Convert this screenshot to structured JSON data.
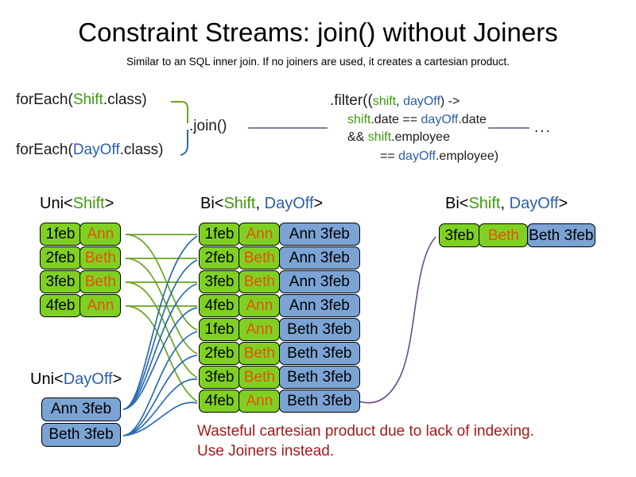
{
  "title": "Constraint Streams: join() without Joiners",
  "subtitle": "Similar to an SQL inner join. If no joiners are used, it creates a cartesian product.",
  "code": {
    "for_each_shift_prefix": "forEach(",
    "for_each_shift_type": "Shift",
    "for_each_shift_suffix": ".class)",
    "for_each_dayoff_prefix": "forEach(",
    "for_each_dayoff_type": "DayOff",
    "for_each_dayoff_suffix": ".class)",
    "join_label": ".join()",
    "filter_line1_prefix": ".filter((",
    "filter_line1_var1": "shift",
    "filter_line1_comma": ", ",
    "filter_line1_var2": "dayOff",
    "filter_line1_suffix": ") ->",
    "filter_line2_var1": "shift",
    "filter_line2_mid": ".date == ",
    "filter_line2_var2": "dayOff",
    "filter_line2_end": ".date",
    "filter_line3_prefix": "&& ",
    "filter_line3_var": "shift",
    "filter_line3_end": ".employee",
    "filter_line4_prefix": "== ",
    "filter_line4_var": "dayOff",
    "filter_line4_end": ".employee)",
    "ellipsis": "..."
  },
  "labels": {
    "uni_shift_prefix": "Uni<",
    "uni_shift_type": "Shift",
    "uni_shift_suffix": ">",
    "bi_mid_prefix": "Bi<",
    "bi_mid_type1": "Shift",
    "bi_mid_comma": ", ",
    "bi_mid_type2": "DayOff",
    "bi_mid_suffix": ">",
    "bi_right_prefix": "Bi<",
    "bi_right_type1": "Shift",
    "bi_right_comma": ", ",
    "bi_right_type2": "DayOff",
    "bi_right_suffix": ">",
    "uni_dayoff_prefix": "Uni<",
    "uni_dayoff_type": "DayOff",
    "uni_dayoff_suffix": ">"
  },
  "uni_shift": [
    {
      "date": "1feb",
      "employee": "Ann"
    },
    {
      "date": "2feb",
      "employee": "Beth"
    },
    {
      "date": "3feb",
      "employee": "Beth"
    },
    {
      "date": "4feb",
      "employee": "Ann"
    }
  ],
  "uni_dayoff": [
    {
      "value": "Ann 3feb"
    },
    {
      "value": "Beth 3feb"
    }
  ],
  "bi_cartesian": [
    {
      "date": "1feb",
      "employee": "Ann",
      "dayoff": "Ann 3feb"
    },
    {
      "date": "2feb",
      "employee": "Beth",
      "dayoff": "Ann 3feb"
    },
    {
      "date": "3feb",
      "employee": "Beth",
      "dayoff": "Ann 3feb"
    },
    {
      "date": "4feb",
      "employee": "Ann",
      "dayoff": "Ann 3feb"
    },
    {
      "date": "1feb",
      "employee": "Ann",
      "dayoff": "Beth 3feb"
    },
    {
      "date": "2feb",
      "employee": "Beth",
      "dayoff": "Beth 3feb"
    },
    {
      "date": "3feb",
      "employee": "Beth",
      "dayoff": "Beth 3feb"
    },
    {
      "date": "4feb",
      "employee": "Ann",
      "dayoff": "Beth 3feb"
    }
  ],
  "bi_result": [
    {
      "date": "3feb",
      "employee": "Beth",
      "dayoff": "Beth 3feb"
    }
  ],
  "warning": {
    "line1": "Wasteful cartesian product due to lack of indexing.",
    "line2": "Use Joiners instead."
  },
  "colors": {
    "shift_green": "#3f9b0b",
    "dayoff_blue": "#2b5fa8",
    "box_green": "#80d023",
    "box_blue": "#7ba3d4",
    "employee_orange": "#e8500a",
    "warning_red": "#a31a1a",
    "connector_green": "#6aa521",
    "connector_blue": "#2b6cb0",
    "connector_purple": "#6b4c86"
  }
}
